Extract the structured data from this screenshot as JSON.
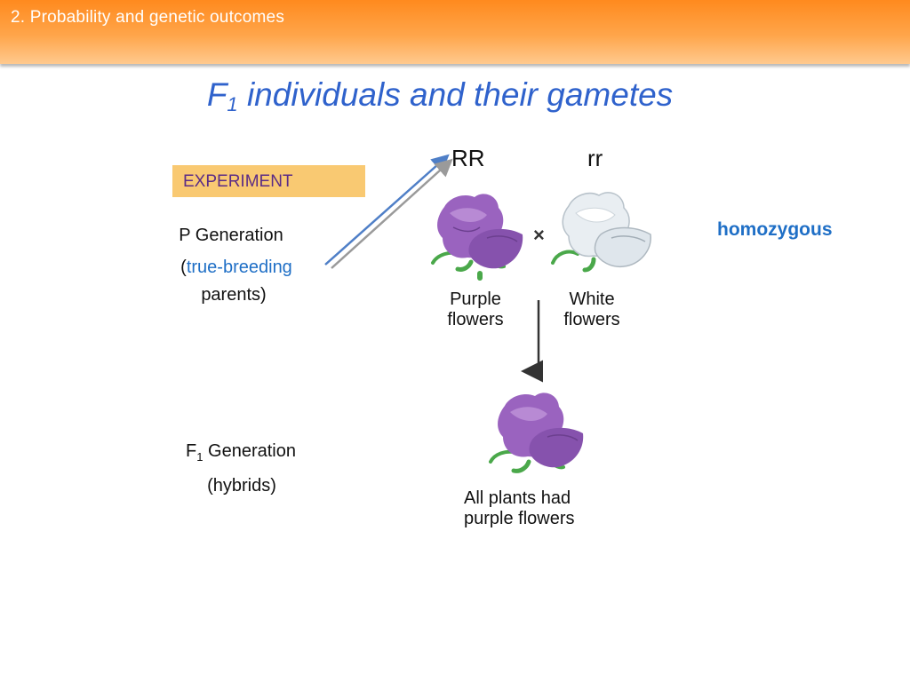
{
  "header": {
    "title": "2.  Probability and genetic outcomes"
  },
  "title": {
    "main": "F",
    "sub": "1",
    "rest": " individuals and their gametes"
  },
  "experiment": {
    "label": "EXPERIMENT"
  },
  "p_generation": {
    "line1": "P Generation",
    "open_paren": "(",
    "true_breeding": "true-breeding",
    "line3": "parents)"
  },
  "genotypes": {
    "purple": "RR",
    "white": "rr"
  },
  "homozygous": "homozygous",
  "cross_symbol": "×",
  "flowers": {
    "purple": {
      "line1": "Purple",
      "line2": "flowers"
    },
    "white": {
      "line1": "White",
      "line2": "flowers"
    },
    "f1": {
      "line1": "All plants had",
      "line2": "purple flowers"
    }
  },
  "f1_generation": {
    "prefix": "F",
    "sub": "1",
    "rest": " Generation",
    "line2": "(hybrids)"
  },
  "colors": {
    "header": "#ff8a1e",
    "title_blue": "#2f62cc",
    "accent_blue": "#1f6fc6",
    "experiment_box": "#f9c972",
    "experiment_text": "#5b2c86",
    "purple_petal": "#9a63bf",
    "white_petal": "#e9eef2",
    "stem_green": "#4aa84a"
  }
}
